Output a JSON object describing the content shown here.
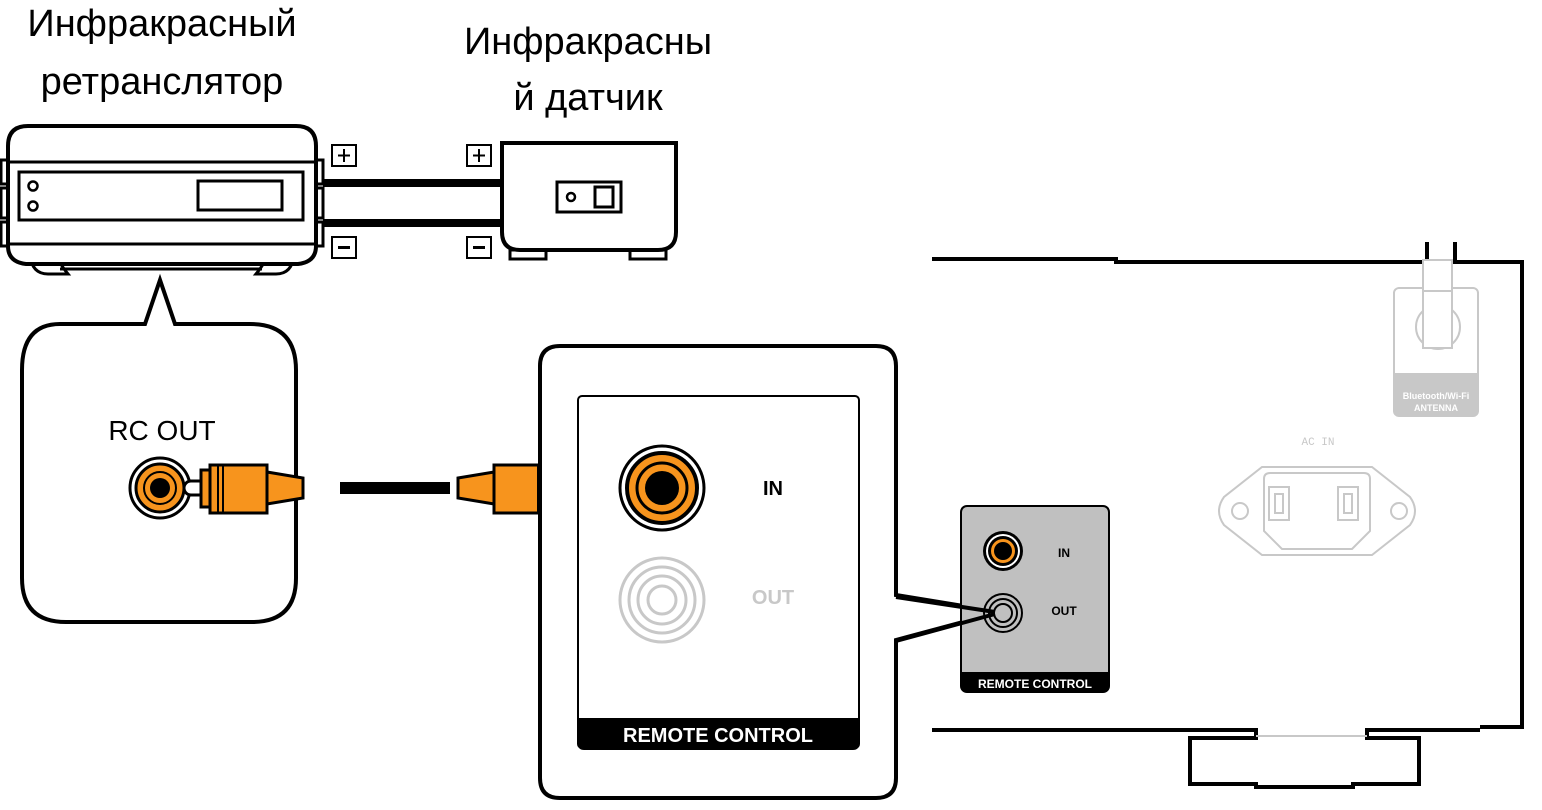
{
  "diagram": {
    "repeater": {
      "title_line1": "Инфракрасный",
      "title_line2": "ретранслятор",
      "plus_symbol": "+",
      "minus_symbol": "−"
    },
    "sensor": {
      "title_line1": "Инфракрасны",
      "title_line2": "й датчик",
      "plus_symbol": "+",
      "minus_symbol": "−"
    },
    "callout_left": {
      "jack_label": "RC OUT"
    },
    "callout_middle": {
      "in_label": "IN",
      "out_label": "OUT",
      "panel_label": "REMOTE CONTROL"
    },
    "rear_panel": {
      "rc_in_label": "IN",
      "rc_out_label": "OUT",
      "rc_panel_label": "REMOTE CONTROL",
      "antenna_label_line1": "Bluetooth/Wi-Fi",
      "antenna_label_line2": "ANTENNA",
      "ac_in_label": "AC IN"
    },
    "colors": {
      "plug_orange": "#F7941D",
      "line_black": "#000000",
      "panel_gray": "#C0C0C0",
      "faded_gray": "#C8C8C8"
    }
  }
}
